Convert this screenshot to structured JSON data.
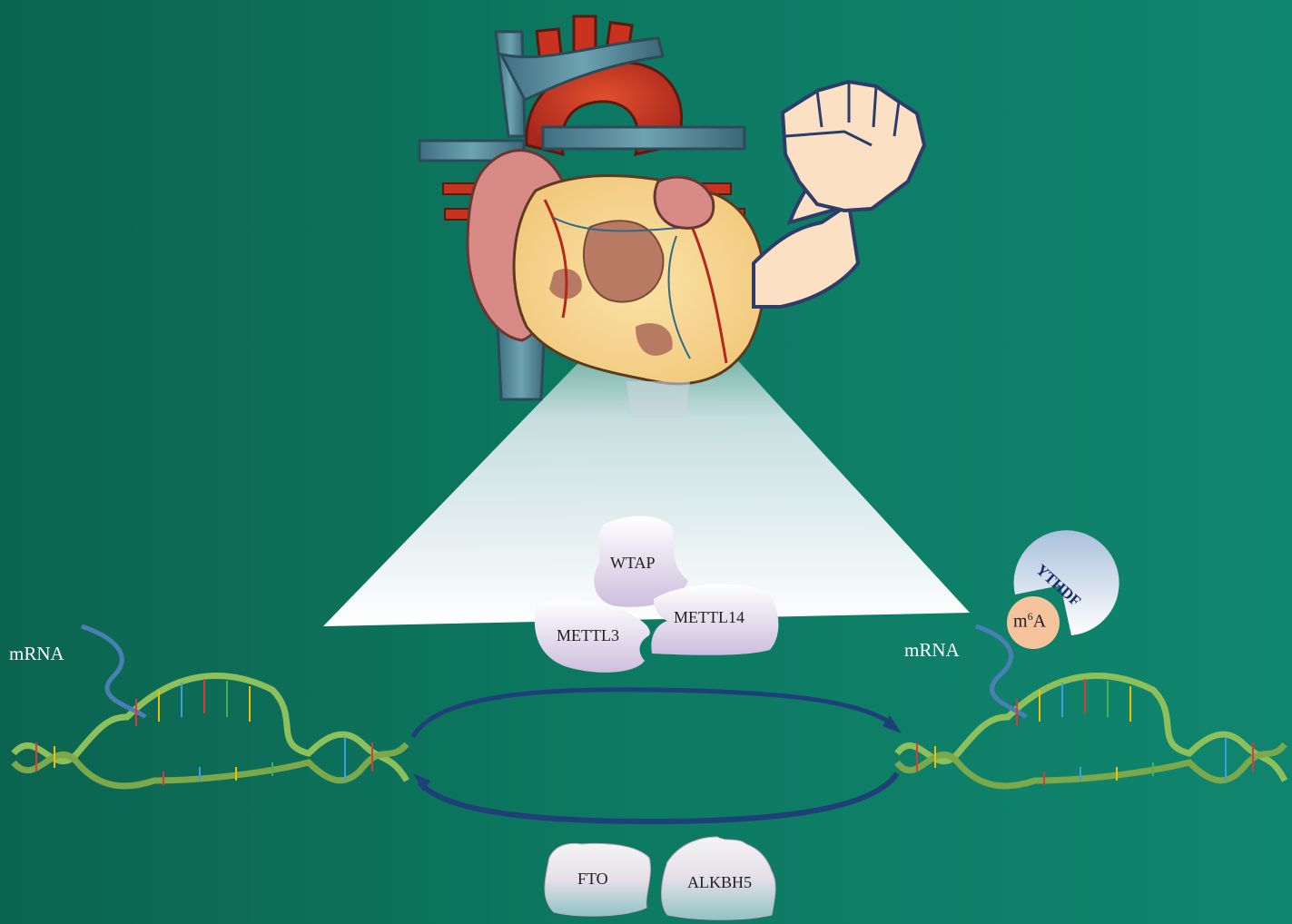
{
  "labels": {
    "mrna_left": "mRNA",
    "mrna_right": "mRNA",
    "writers": [
      "WTAP",
      "METTL3",
      "METTL14"
    ],
    "readers": "YTHDF",
    "modification_base": "m",
    "modification_sup": "6",
    "modification_letter": "A",
    "erasers": [
      "FTO",
      "ALKBH5"
    ]
  },
  "colors": {
    "background": "#0d7a63",
    "writer_protein": "#d9cde6",
    "eraser_protein": "#a9ccd0",
    "reader_protein": "#b8cde2",
    "m6a_circle": "#f6c49c",
    "cycle_arrow": "#1f3f78"
  },
  "icons": [
    "heart-illustration",
    "fist-arm-illustration",
    "dna-helix-left",
    "dna-helix-right",
    "zoom-cone"
  ]
}
